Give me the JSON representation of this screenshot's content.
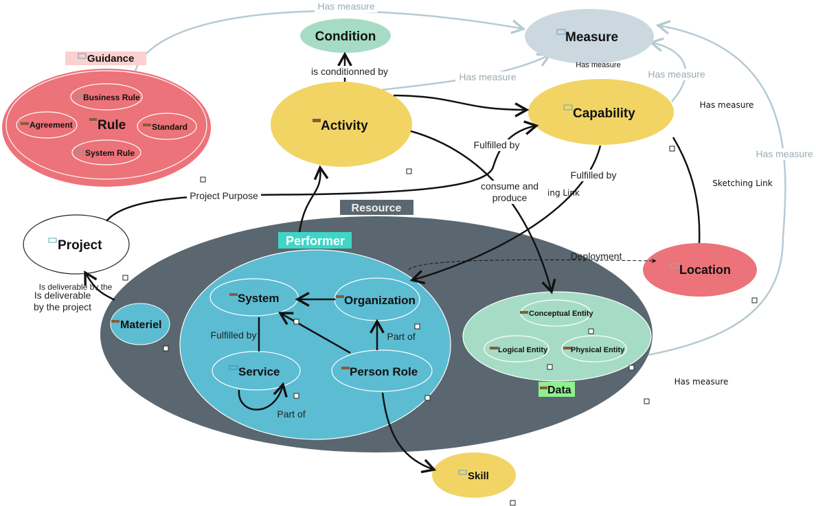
{
  "nodes": {
    "condition": "Condition",
    "measure": "Measure",
    "guidance": "Guidance",
    "rule": "Rule",
    "business_rule": "Business Rule",
    "agreement": "Agreement",
    "standard": "Standard",
    "system_rule": "System Rule",
    "activity": "Activity",
    "capability": "Capability",
    "project": "Project",
    "resource": "Resource",
    "performer": "Performer",
    "location": "Location",
    "materiel": "Materiel",
    "system": "System",
    "organization": "Organization",
    "service": "Service",
    "person_role": "Person Role",
    "data": "Data",
    "conceptual_entity": "Conceptual Entity",
    "logical_entity": "Logical Entity",
    "physical_entity": "Physical Entity",
    "skill": "Skill"
  },
  "edge_labels": {
    "has_measure_top": "Has measure",
    "is_conditionned_by": "is conditionned by",
    "has_measure_activity": "Has measure",
    "has_measure_capability": "Has measure",
    "has_measure_under": "Has measure",
    "has_measure_small_right": "Has measure",
    "has_measure_right": "Has measure",
    "has_measure_bottom": "Has measure",
    "fulfilled_by_capability": "Fulfilled by",
    "fulfilled_by_performer": "Fulfilled by",
    "consume_and_produce_1": "consume and",
    "consume_and_produce_2": "produce",
    "ing_link": "ing Link",
    "sketching_link": "Sketching Link",
    "project_purpose": "Project Purpose",
    "deployment": "Deployment",
    "deliverable_ghost": "Is deliverable by the",
    "deliverable_1": "Is deliverable",
    "deliverable_2": "by the project",
    "fulfilled_by_service": "Fulfilled by",
    "part_of_org": "Part of",
    "part_of_service": "Part of"
  },
  "colors": {
    "condition": "#a6dcc6",
    "measure": "#cbd8e0",
    "guidance": "#ec7379",
    "yellow": "#f2d465",
    "resource": "#5a6770",
    "performer_inner": "#5cbcd2",
    "data": "#a6dcc6",
    "location": "#ec7379",
    "performer_label_bg": "#3ed6c6",
    "data_label_bg": "#8ef08e",
    "guidance_label_bg": "#fbd0d0",
    "connector_grey": "#b6cad3"
  }
}
